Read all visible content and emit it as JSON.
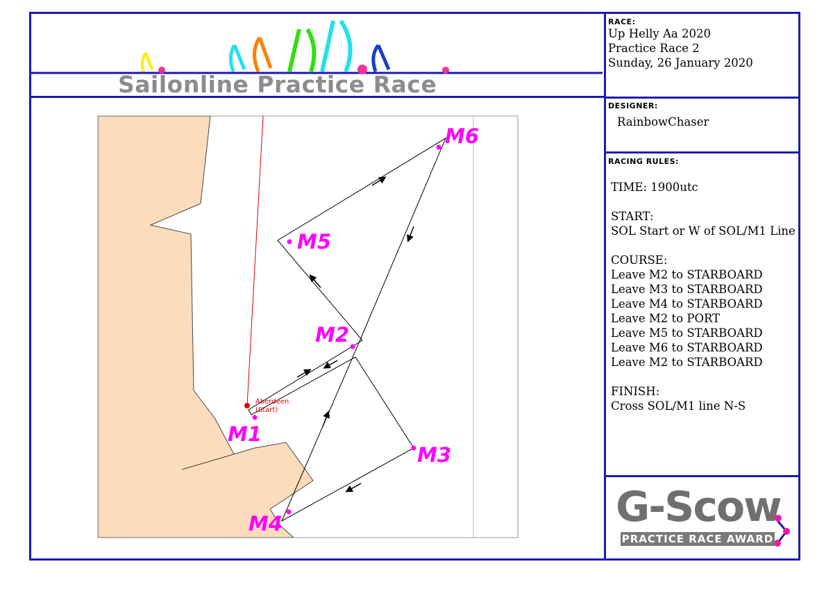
{
  "header": {
    "banner_title": "Sailonline Practice Race",
    "colors": {
      "frame": "#1a1ab4",
      "land": "#fcdcba",
      "mark": "#ff00ff",
      "start": "#e00000"
    }
  },
  "race": {
    "label": "RACE:",
    "lines": [
      "Up Helly Aa 2020",
      "Practice Race 2",
      "Sunday, 26 January 2020"
    ]
  },
  "designer": {
    "label": "DESIGNER:",
    "name": "RainbowChaser"
  },
  "rules": {
    "label": "RACING RULES:",
    "lines": [
      "TIME: 1900utc",
      "",
      "START:",
      "SOL Start or W of SOL/M1 Line",
      "",
      "COURSE:",
      "Leave M2 to STARBOARD",
      "Leave M3 to STARBOARD",
      "Leave M4 to STARBOARD",
      "Leave M2 to PORT",
      "Leave M5 to STARBOARD",
      "Leave M6 to STARBOARD",
      "Leave M2 to STARBOARD",
      "",
      "FINISH:",
      "Cross SOL/M1 line N-S"
    ]
  },
  "award": {
    "title": "G-Scow",
    "subtitle": "PRACTICE RACE AWARD"
  },
  "map": {
    "start_label_1": "Aberdeen",
    "start_label_2": "(Start)",
    "marks": [
      {
        "id": "M1",
        "label": "M1"
      },
      {
        "id": "M2",
        "label": "M2"
      },
      {
        "id": "M3",
        "label": "M3"
      },
      {
        "id": "M4",
        "label": "M4"
      },
      {
        "id": "M5",
        "label": "M5"
      },
      {
        "id": "M6",
        "label": "M6"
      }
    ]
  }
}
